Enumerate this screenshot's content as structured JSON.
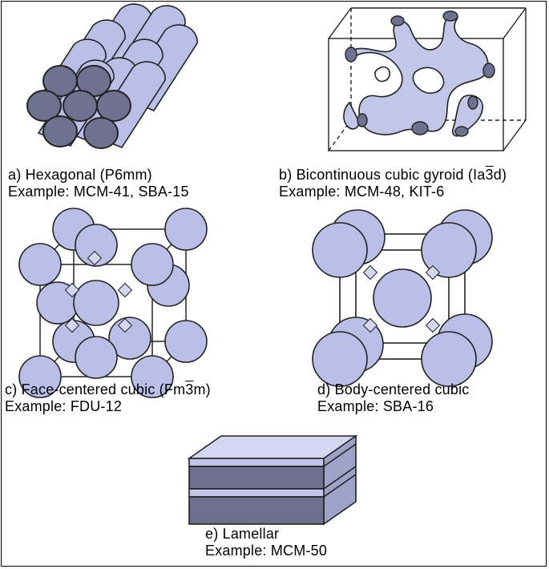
{
  "colors": {
    "fill": "#b9bfe6",
    "fill_light": "#d3d7f2",
    "stroke": "#222222",
    "end_cap": "#6e7190",
    "layer_dark": "#6c6f8e"
  },
  "structures": [
    {
      "id": "a",
      "icon": "hexagonal-rod-array-icon",
      "title_prefix": "a) Hexagonal (P6mm)",
      "title_overline": "",
      "title_suffix": "",
      "example": "Example: MCM-41,  SBA-15"
    },
    {
      "id": "b",
      "icon": "cubic-gyroid-icon",
      "title_prefix": "b) Bicontinuous cubic gyroid (Ia",
      "title_overline": "3",
      "title_suffix": "d)",
      "example": "Example: MCM-48,  KIT-6"
    },
    {
      "id": "c",
      "icon": "face-centered-cubic-icon",
      "title_prefix": "c) Face-centered cubic (Fm",
      "title_overline": "3",
      "title_suffix": "m)",
      "example": "Example: FDU-12"
    },
    {
      "id": "d",
      "icon": "body-centered-cubic-icon",
      "title_prefix": "d) Body-centered cubic",
      "title_overline": "",
      "title_suffix": "",
      "example": "Example: SBA-16"
    },
    {
      "id": "e",
      "icon": "lamellar-layers-icon",
      "title_prefix": "e) Lamellar",
      "title_overline": "",
      "title_suffix": "",
      "example": "Example: MCM-50"
    }
  ]
}
